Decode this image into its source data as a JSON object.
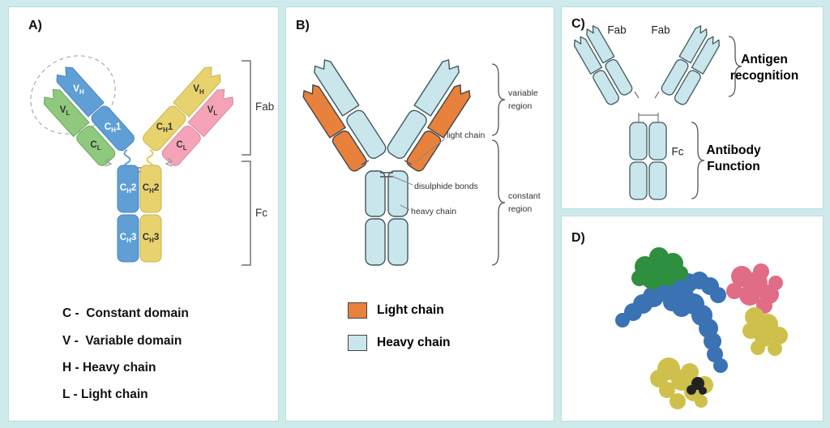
{
  "colors": {
    "background": "#cfeaea",
    "panel": "#ffffff",
    "domain_green": "#8fc97e",
    "domain_blue": "#5f9fd6",
    "domain_yellow": "#e7d26d",
    "domain_pink": "#f5a3b7",
    "light_chain_orange": "#e8813c",
    "heavy_chain_blue": "#c9e6ec",
    "molecule_green": "#2e8f3e",
    "molecule_blue": "#3a72b4",
    "molecule_pink": "#e06c86",
    "molecule_yellow": "#cfc04b",
    "molecule_black": "#222222"
  },
  "panelA": {
    "label": "A)",
    "sym": {
      "v": "V",
      "c": "C",
      "h": "H",
      "l": "L",
      "n1": "1",
      "n2": "2",
      "n3": "3"
    },
    "fab": "Fab",
    "fc": "Fc",
    "legend": [
      "C -  Constant domain",
      "V -  Variable domain",
      "H - Heavy chain",
      "L - Light chain"
    ]
  },
  "panelB": {
    "label": "B)",
    "ann": {
      "variable1": "variable",
      "variable2": "region",
      "light_chain": "light chain",
      "disulphide": "disulphide bonds",
      "heavy_chain": "heavy chain",
      "constant1": "constant",
      "constant2": "region"
    },
    "legend": {
      "light": "Light chain",
      "heavy": "Heavy chain"
    }
  },
  "panelC": {
    "label": "C)",
    "fab_left": "Fab",
    "fab_right": "Fab",
    "fc": "Fc",
    "antigen1": "Antigen",
    "antigen2": "recognition",
    "function1": "Antibody",
    "function2": "Function"
  },
  "panelD": {
    "label": "D)"
  }
}
